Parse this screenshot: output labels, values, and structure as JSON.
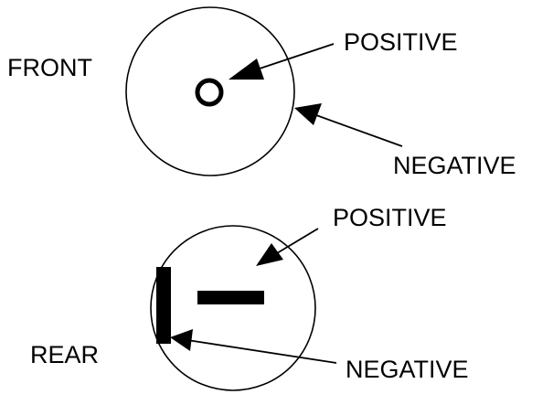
{
  "front": {
    "side_label": "FRONT",
    "positive_label": "POSITIVE",
    "negative_label": "NEGATIVE"
  },
  "rear": {
    "side_label": "REAR",
    "positive_label": "POSITIVE",
    "negative_label": "NEGATIVE"
  },
  "colors": {
    "ink": "#000000",
    "background": "#ffffff"
  }
}
